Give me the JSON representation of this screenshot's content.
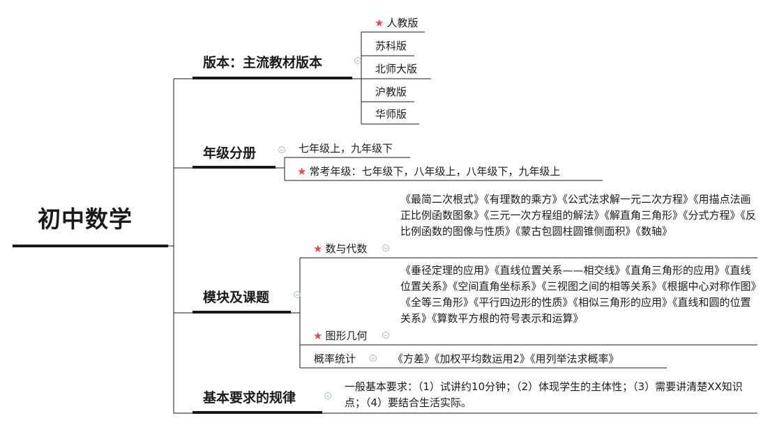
{
  "root": {
    "label": "初中数学"
  },
  "branches": {
    "version": {
      "label": "版本：主流教材版本",
      "items": [
        {
          "label": "人教版",
          "starred": true
        },
        {
          "label": "苏科版",
          "starred": false
        },
        {
          "label": "北师大版",
          "starred": false
        },
        {
          "label": "沪教版",
          "starred": false
        },
        {
          "label": "华师版",
          "starred": false
        }
      ]
    },
    "grade": {
      "label": "年级分册",
      "items": [
        {
          "label": "七年级上，九年级下",
          "starred": false
        },
        {
          "label": "常考年级：七年级下，八年级上，八年级下，九年级上",
          "starred": true
        }
      ]
    },
    "modules": {
      "label": "模块及课题",
      "items": [
        {
          "label": "数与代数",
          "starred": true,
          "topics": "《最简二次根式》《有理数的乘方》《公式法求解一元二次方程》《用描点法画正比例函数图象》《三元一次方程组的解法》《解直角三角形》《分式方程》《反比例函数的图像与性质》《蒙古包圆柱圆锥侧面积》《数轴》"
        },
        {
          "label": "图形几何",
          "starred": true,
          "topics": "《垂径定理的应用》《直线位置关系——相交线》《直角三角形的应用》《直线位置关系》《空间直角坐标系》《三视图之间的相等关系》《根据中心对称作图》《全等三角形》《平行四边形的性质》《相似三角形的应用》《直线和圆的位置关系》《算数平方根的符号表示和运算》"
        },
        {
          "label": "概率统计",
          "starred": false,
          "topics": "《方差》《加权平均数运用2》《用列举法求概率》"
        }
      ]
    },
    "rules": {
      "label": "基本要求的规律",
      "text": "一般基本要求：（1）试讲约10分钟；（2）体现学生的主体性；（3）需要讲清楚XX知识点；（4）要结合生活实际。"
    }
  },
  "colors": {
    "star": "#e8474c",
    "line": "#1a1a1a",
    "collapse_icon": "#a9b8d6"
  },
  "icons": {
    "star": "star-icon",
    "collapse": "collapse-toggle-icon"
  }
}
